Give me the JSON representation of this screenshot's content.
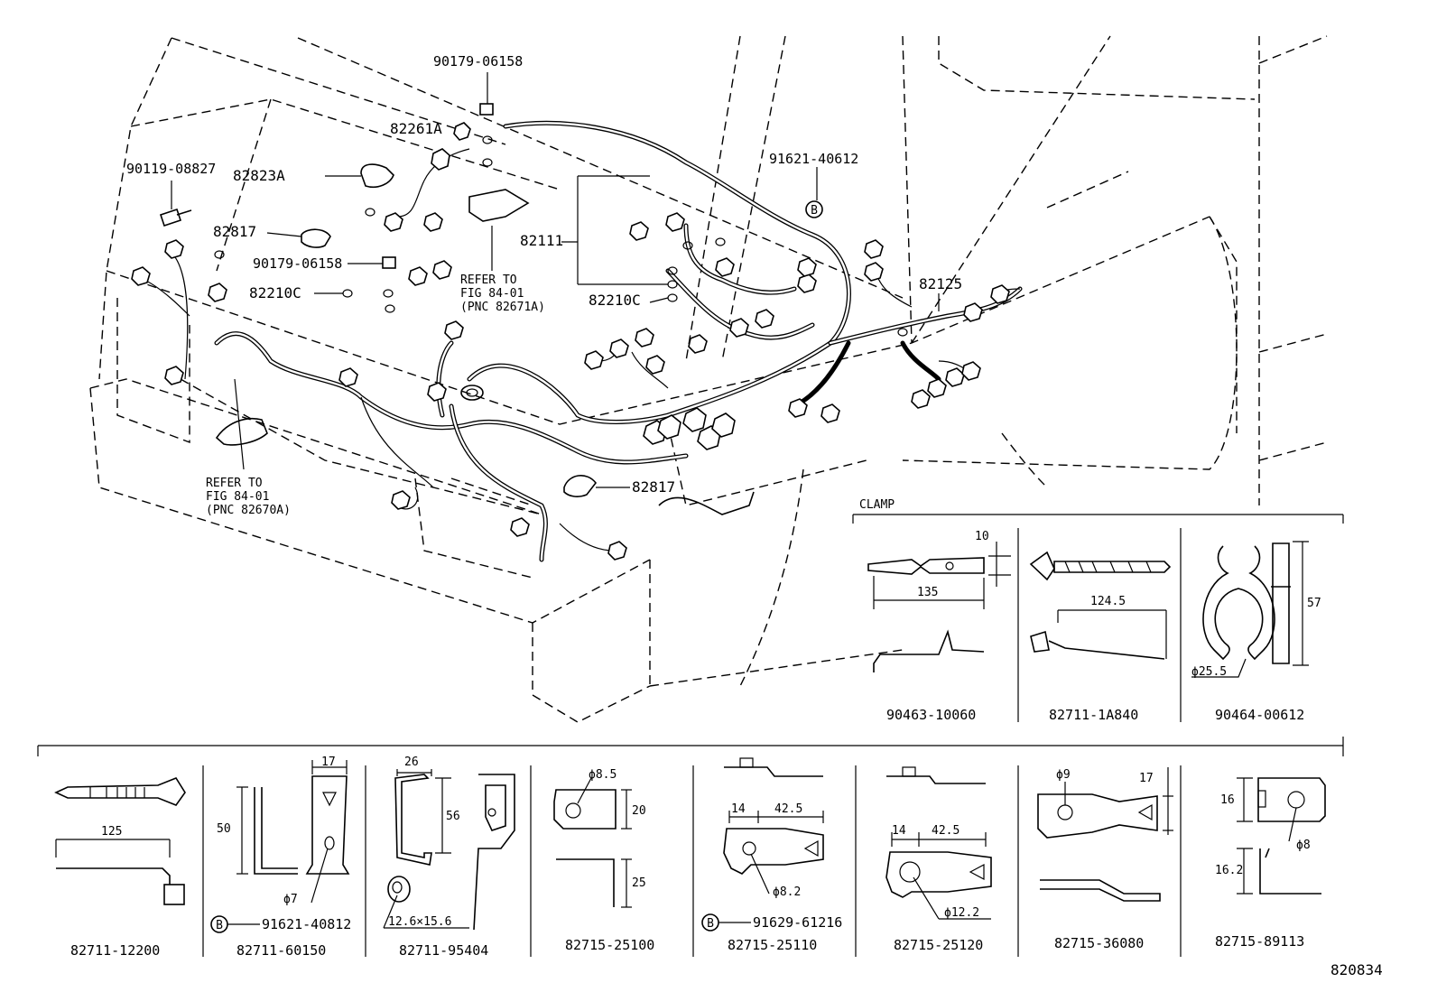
{
  "labels": {
    "p90179_top": "90179-06158",
    "p82261A": "82261A",
    "p90119": "90119-08827",
    "p82823A": "82823A",
    "p82817_a": "82817",
    "p90179_mid": "90179-06158",
    "p82210C_a": "82210C",
    "p91621": "91621-40612",
    "p82111": "82111",
    "p82210C_b": "82210C",
    "p82125": "82125",
    "p82817_b": "82817",
    "refer1": [
      "REFER TO",
      "FIG 84-01",
      "(PNC 82671A)"
    ],
    "refer2": [
      "REFER TO",
      "FIG 84-01",
      "(PNC 82670A)"
    ]
  },
  "clamp_section": {
    "title": "CLAMP",
    "items": [
      {
        "part": "90463-10060",
        "dims": [
          "10",
          "135"
        ]
      },
      {
        "part": "82711-1A840",
        "dims": [
          "124.5"
        ]
      },
      {
        "part": "90464-00612",
        "dims": [
          "57",
          "ϕ25.5"
        ]
      }
    ]
  },
  "bottom_parts": [
    {
      "part": "82711-12200",
      "dims": [
        "125"
      ]
    },
    {
      "part": "82711-60150",
      "dims": [
        "17",
        "50",
        "ϕ7"
      ],
      "ref": "91621-40812"
    },
    {
      "part": "82711-95404",
      "dims": [
        "26",
        "56",
        "12.6×15.6"
      ]
    },
    {
      "part": "82715-25100",
      "dims": [
        "ϕ8.5",
        "20",
        "25"
      ]
    },
    {
      "part": "82715-25110",
      "dims": [
        "14",
        "42.5",
        "ϕ8.2"
      ],
      "ref": "91629-61216"
    },
    {
      "part": "82715-25120",
      "dims": [
        "14",
        "42.5",
        "ϕ12.2"
      ]
    },
    {
      "part": "82715-36080",
      "dims": [
        "ϕ9",
        "17"
      ]
    },
    {
      "part": "82715-89113",
      "dims": [
        "16",
        "ϕ8",
        "16.2"
      ]
    }
  ],
  "marker": "B",
  "figure_number": "820834"
}
